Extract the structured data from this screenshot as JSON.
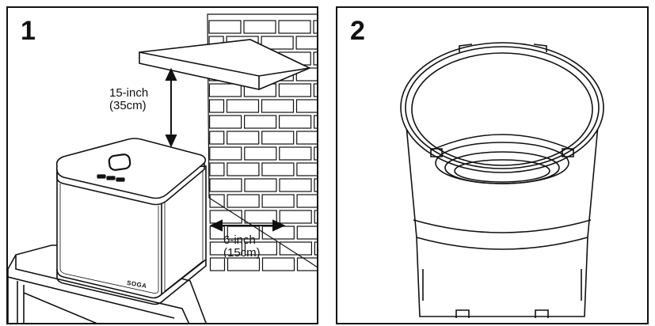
{
  "panels": [
    {
      "number": "1",
      "dim_vertical": {
        "line1": "15-inch",
        "line2": "(35cm)"
      },
      "dim_horizontal": {
        "line1": "6-inch",
        "line2": "(15cm)"
      },
      "brand": "SOGA"
    },
    {
      "number": "2"
    }
  ],
  "colors": {
    "stroke": "#111111",
    "background": "#ffffff"
  }
}
